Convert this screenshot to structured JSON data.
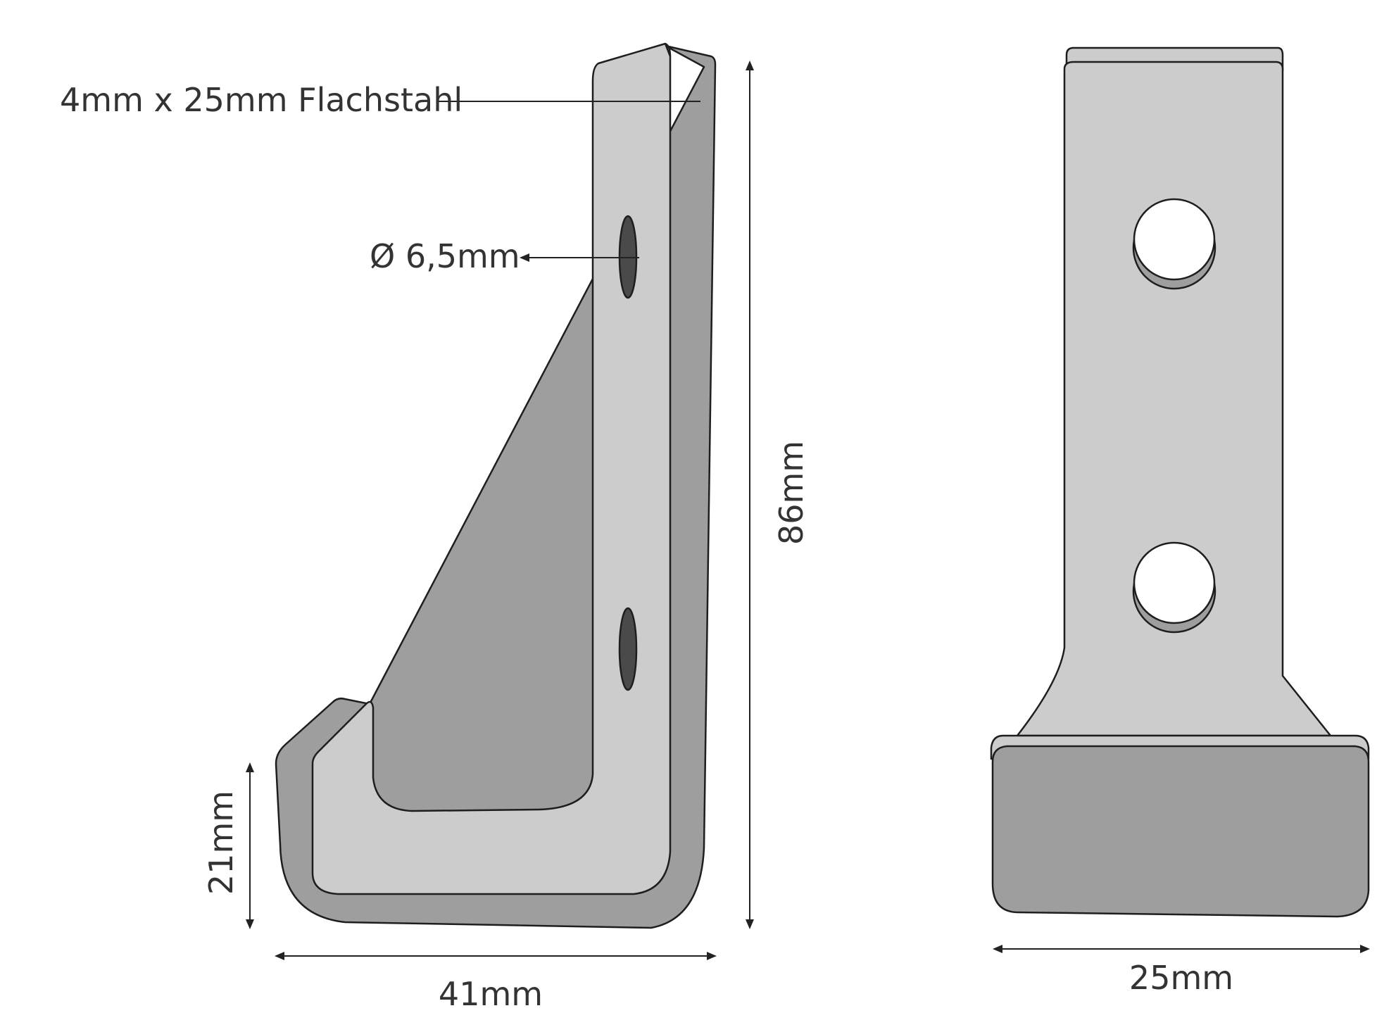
{
  "labels": {
    "material": "4mm x 25mm Flachstahl",
    "hole_diameter": "Ø 6,5mm",
    "height": "86mm",
    "hook_depth": "21mm",
    "side_width": "41mm",
    "front_width": "25mm"
  },
  "colors": {
    "face_light": "#cccccc",
    "face_dark": "#9e9e9e",
    "hole_dark": "#4a4a4a",
    "outline": "#1e1e1e",
    "text": "#333333"
  }
}
